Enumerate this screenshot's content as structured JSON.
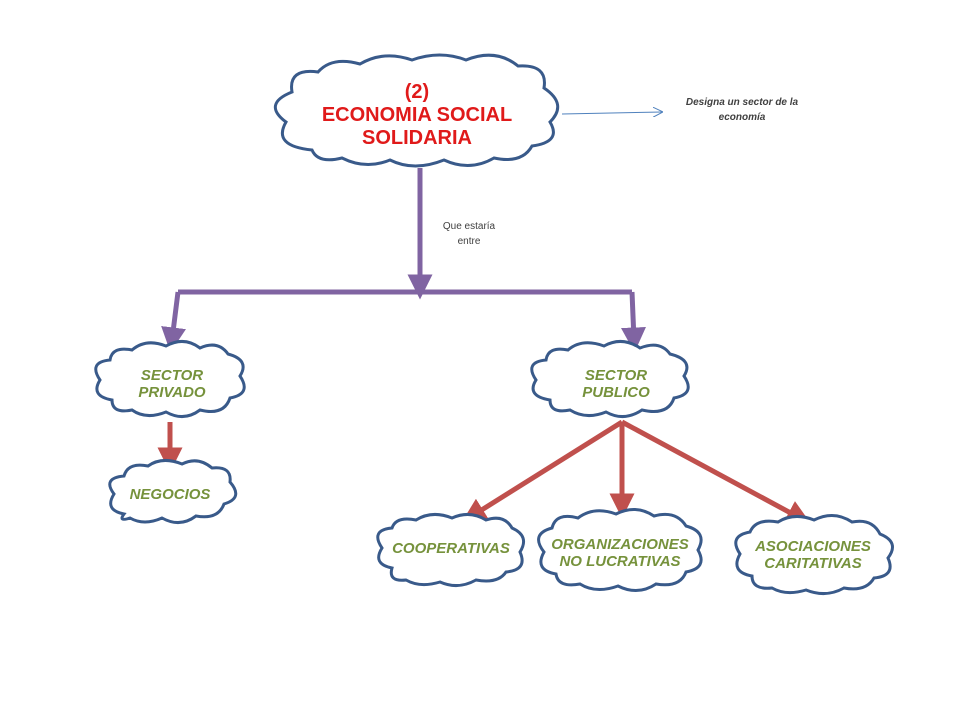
{
  "colors": {
    "cloud_fill": "#ffffff",
    "cloud_stroke": "#395a8a",
    "purple_arrow": "#8064a2",
    "red_arrow": "#c0504d",
    "green_text": "#76923c",
    "red_text": "#e01a1a",
    "thin_arrow": "#4f81bd"
  },
  "root": {
    "line1": "(2)",
    "line2": "ECONOMIA SOCIAL",
    "line3": "SOLIDARIA"
  },
  "side_note": {
    "line1": "Designa un sector de la",
    "line2": "economía"
  },
  "connector_note": {
    "line1": "Que estaría",
    "line2": "entre"
  },
  "nodes": {
    "sector_privado": {
      "line1": "SECTOR",
      "line2": "PRIVADO"
    },
    "sector_publico": {
      "line1": "SECTOR",
      "line2": "PUBLICO"
    },
    "negocios": {
      "label": "NEGOCIOS"
    },
    "cooperativas": {
      "label": "COOPERATIVAS"
    },
    "organizaciones": {
      "line1": "ORGANIZACIONES",
      "line2": "NO LUCRATIVAS"
    },
    "asociaciones": {
      "line1": "ASOCIACIONES",
      "line2": "CARITATIVAS"
    }
  }
}
